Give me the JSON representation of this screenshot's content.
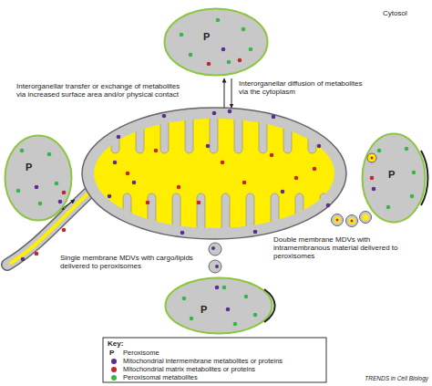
{
  "diagram": {
    "nodes": [
      {
        "text": [
          "P"
        ]
      },
      {
        "text": [
          "P"
        ]
      },
      {
        "text": [
          "P"
        ]
      },
      {
        "text": [
          "P"
        ]
      }
    ],
    "labels": [
      "Cytosol",
      "Interorganellar diffusion of metabolites via the cytoplasm",
      "Interorganellar transfer or exchange of metabolites via increased surface area and/or physical contact",
      "Double membrane MDVs with intramembranous material delivered to peroxisomes",
      "Single membrane MDVs with cargo/lipids delivered to peroxisomes",
      "Key:",
      "P",
      "TRENDS in Cell Biology"
    ],
    "legend": [
      {
        "text": "Peroxisome"
      },
      {
        "text": "Mitochondrial intermembrane metabolites or proteins",
        "color": "#5c2d91"
      },
      {
        "text": "Mitochondrial matrix metabolites or proteins",
        "color": "#c1272d"
      },
      {
        "text": "Peroxisomal metabolites",
        "color": "#39b54a"
      }
    ]
  }
}
